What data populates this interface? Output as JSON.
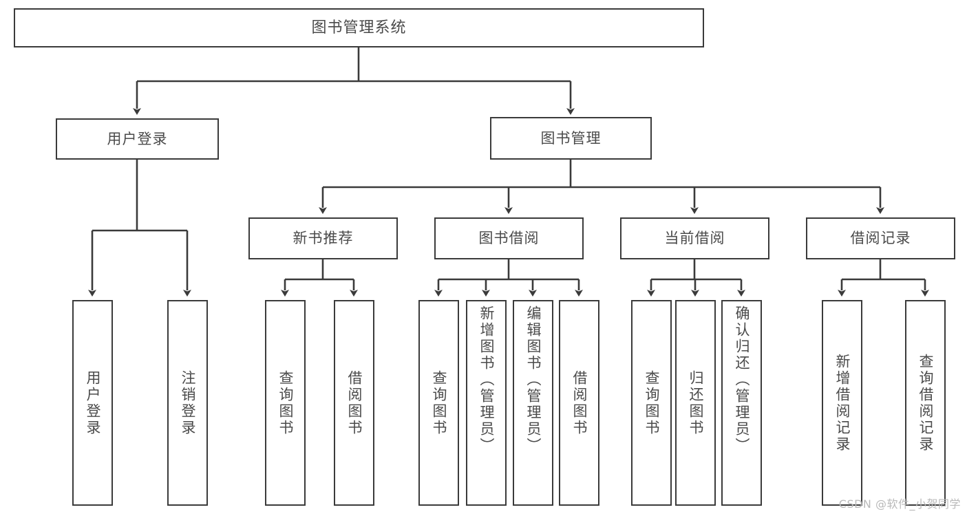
{
  "diagram": {
    "type": "tree",
    "title": "图书管理系统",
    "watermark": "CSDN @软件_小贺同学",
    "colors": {
      "background": "#ffffff",
      "node_border": "#3a3a3a",
      "node_fill": "#ffffff",
      "text": "#4a4a4a",
      "edge": "#3a3a3a",
      "watermark": "#b9b9b9"
    },
    "nodes": {
      "root": "图书管理系统",
      "level1": [
        "用户登录",
        "图书管理"
      ],
      "level2": [
        "新书推荐",
        "图书借阅",
        "当前借阅",
        "借阅记录"
      ],
      "leaves": {
        "user_login": [
          "用户登录",
          "注销登录"
        ],
        "new_book": [
          "查询图书",
          "借阅图书"
        ],
        "book_borrow": [
          "查询图书",
          "新增图书（管理员）",
          "编辑图书（管理员）",
          "借阅图书"
        ],
        "current_borrow": [
          "查询图书",
          "归还图书",
          "确认归还（管理员）"
        ],
        "borrow_record": [
          "新增借阅记录",
          "查询借阅记录"
        ]
      }
    }
  }
}
